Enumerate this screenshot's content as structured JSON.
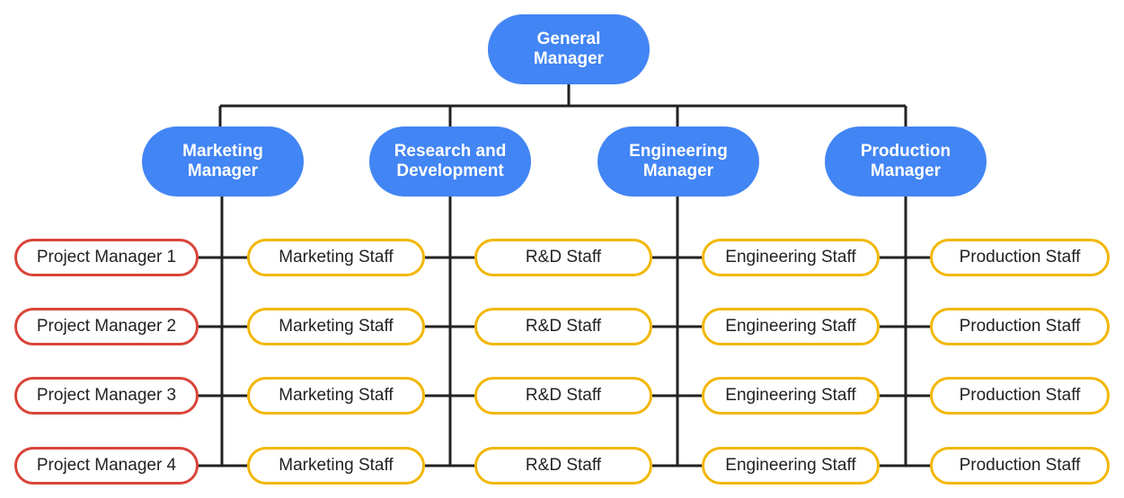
{
  "colors": {
    "manager_fill": "#4285f4",
    "pm_border": "#d9453a",
    "staff_border": "#f2b705",
    "connector": "#222222"
  },
  "top": {
    "line1": "General",
    "line2": "Manager"
  },
  "managers": [
    {
      "line1": "Marketing",
      "line2": "Manager"
    },
    {
      "line1": "Research and",
      "line2": "Development"
    },
    {
      "line1": "Engineering",
      "line2": "Manager"
    },
    {
      "line1": "Production",
      "line2": "Manager"
    }
  ],
  "project_managers": [
    "Project Manager 1",
    "Project Manager 2",
    "Project Manager 3",
    "Project Manager 4"
  ],
  "staff": {
    "marketing": [
      "Marketing Staff",
      "Marketing Staff",
      "Marketing Staff",
      "Marketing Staff"
    ],
    "rnd": [
      "R&D Staff",
      "R&D Staff",
      "R&D Staff",
      "R&D Staff"
    ],
    "engineering": [
      "Engineering Staff",
      "Engineering Staff",
      "Engineering Staff",
      "Engineering Staff"
    ],
    "production": [
      "Production Staff",
      "Production Staff",
      "Production Staff",
      "Production Staff"
    ]
  }
}
